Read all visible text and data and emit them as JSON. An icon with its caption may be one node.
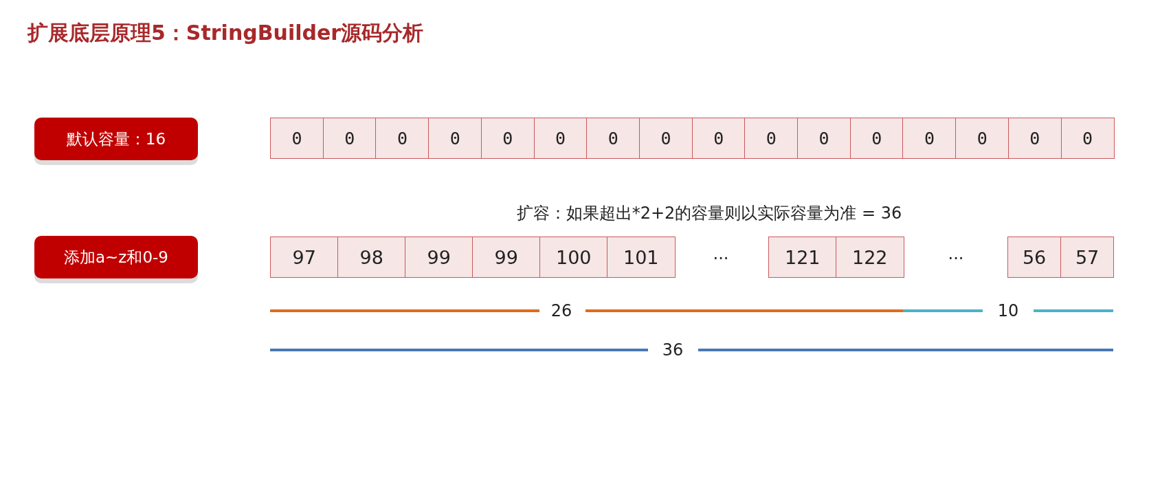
{
  "diagram": {
    "title": "扩展底层原理5：StringBuilder源码分析",
    "nodes": [
      {
        "text": [
          "默认容量：16"
        ]
      },
      {
        "text": [
          "0"
        ]
      },
      {
        "text": [
          "0"
        ]
      },
      {
        "text": [
          "0"
        ]
      },
      {
        "text": [
          "0"
        ]
      },
      {
        "text": [
          "0"
        ]
      },
      {
        "text": [
          "0"
        ]
      },
      {
        "text": [
          "0"
        ]
      },
      {
        "text": [
          "0"
        ]
      },
      {
        "text": [
          "0"
        ]
      },
      {
        "text": [
          "0"
        ]
      },
      {
        "text": [
          "0"
        ]
      },
      {
        "text": [
          "0"
        ]
      },
      {
        "text": [
          "0"
        ]
      },
      {
        "text": [
          "0"
        ]
      },
      {
        "text": [
          "0"
        ]
      },
      {
        "text": [
          "0"
        ]
      },
      {
        "text": [
          "添加a~z和0-9"
        ]
      },
      {
        "text": [
          "97"
        ]
      },
      {
        "text": [
          "98"
        ]
      },
      {
        "text": [
          "99"
        ]
      },
      {
        "text": [
          "99"
        ]
      },
      {
        "text": [
          "100"
        ]
      },
      {
        "text": [
          "101"
        ]
      },
      {
        "text": [
          "121"
        ]
      },
      {
        "text": [
          "122"
        ]
      },
      {
        "text": [
          "56"
        ]
      },
      {
        "text": [
          "57"
        ]
      }
    ],
    "edges": [],
    "labels": [
      "扩容：如果超出*2+2的容量则以实际容量为准 = 36",
      "···",
      "···",
      "26",
      "10",
      "36"
    ]
  }
}
